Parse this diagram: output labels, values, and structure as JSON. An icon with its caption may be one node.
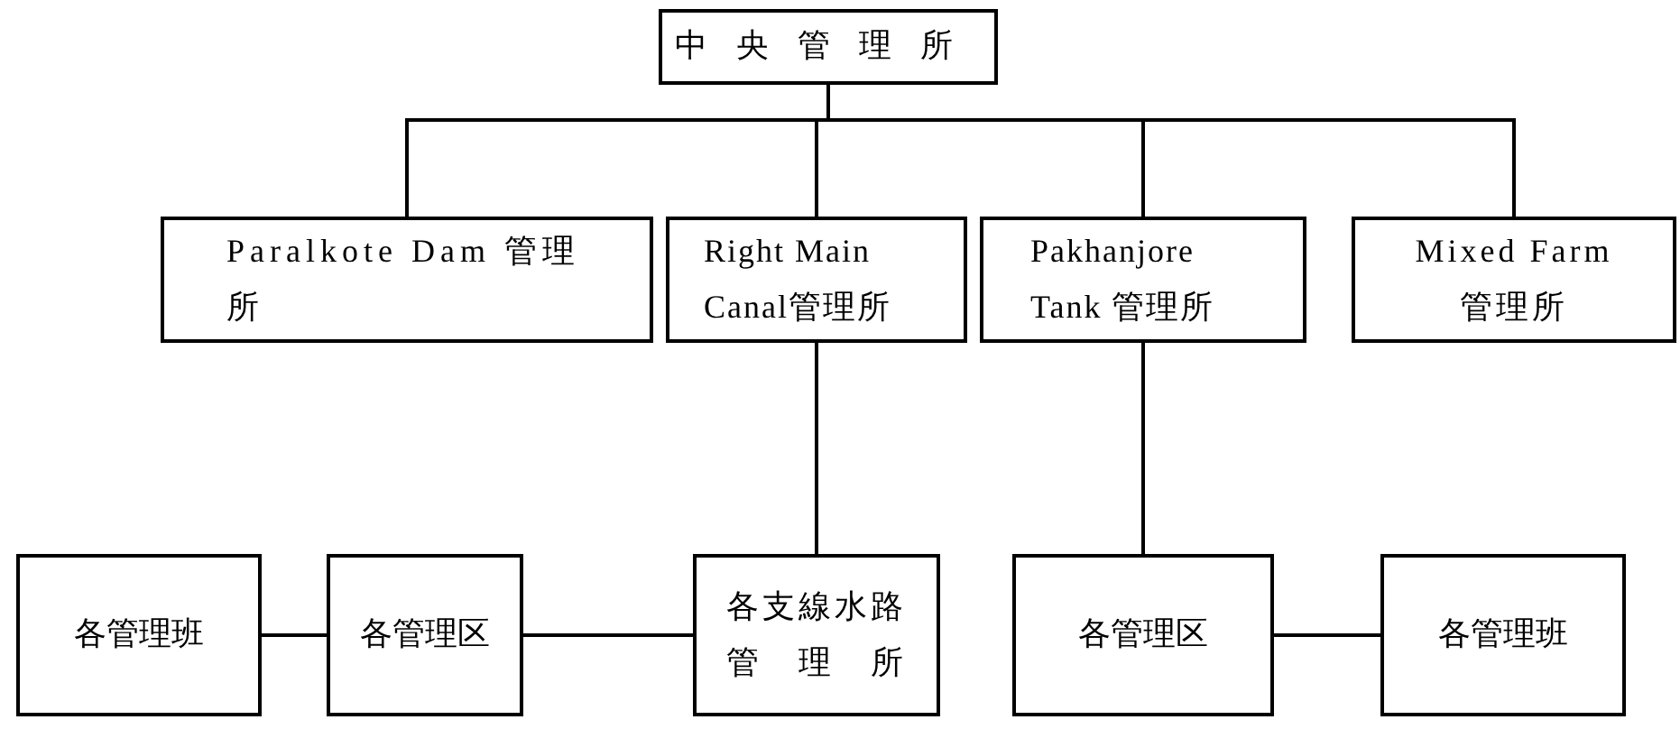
{
  "diagram": {
    "nodes": [
      {
        "text": [
          "中央管理所"
        ]
      },
      {
        "text": [
          "Paralkote Dam 管理所"
        ]
      },
      {
        "text": [
          "Right Main Canal管理所"
        ]
      },
      {
        "text": [
          "Pakhanjore Tank 管理所"
        ]
      },
      {
        "text": [
          "Mixed Farm 管理所"
        ]
      },
      {
        "text": [
          "各管理班"
        ]
      },
      {
        "text": [
          "各管理区"
        ]
      },
      {
        "text": [
          "各支線水路管理所"
        ]
      },
      {
        "text": [
          "各管理区"
        ]
      },
      {
        "text": [
          "各管理班"
        ]
      }
    ],
    "edges": [
      {
        "from": 0,
        "to": 1,
        "arrow": "none"
      },
      {
        "from": 0,
        "to": 2,
        "arrow": "none"
      },
      {
        "from": 0,
        "to": 3,
        "arrow": "none"
      },
      {
        "from": 0,
        "to": 4,
        "arrow": "none"
      },
      {
        "from": 2,
        "to": 7,
        "arrow": "none"
      },
      {
        "from": 7,
        "to": 6,
        "arrow": "none"
      },
      {
        "from": 6,
        "to": 5,
        "arrow": "none"
      },
      {
        "from": 3,
        "to": 8,
        "arrow": "none"
      },
      {
        "from": 8,
        "to": 9,
        "arrow": "none"
      }
    ]
  }
}
